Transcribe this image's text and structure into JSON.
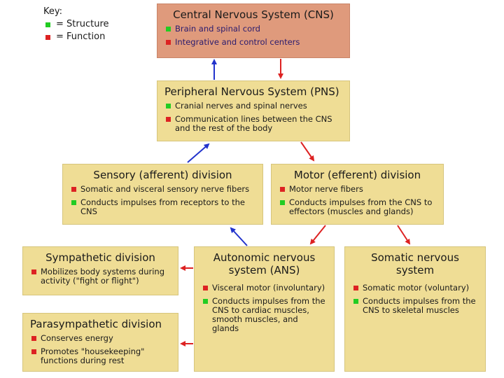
{
  "key": {
    "title": "Key:",
    "entries": [
      {
        "label": "= Structure",
        "color": "#22cc22"
      },
      {
        "label": "= Function",
        "color": "#dd2222"
      }
    ]
  },
  "colors": {
    "structure": "#22cc22",
    "function": "#dd2222",
    "arrow_up": "#2233cc",
    "arrow_down": "#dd2222"
  },
  "cns": {
    "title": "Central Nervous System (CNS)",
    "items": [
      "Brain and spinal cord",
      "Integrative and control centers"
    ]
  },
  "pns": {
    "title": "Peripheral Nervous System (PNS)",
    "items": [
      "Cranial nerves and spinal nerves",
      "Communication lines between the CNS and the rest of the body"
    ]
  },
  "sensory": {
    "title": "Sensory (afferent) division",
    "items": [
      "Somatic and visceral sensory nerve fibers",
      "Conducts impulses from receptors to the CNS"
    ]
  },
  "motor": {
    "title": "Motor (efferent) division",
    "items": [
      "Motor nerve fibers",
      "Conducts impulses from the CNS to effectors (muscles and glands)"
    ]
  },
  "autonomic": {
    "title": "Autonomic nervous system (ANS)",
    "items": [
      "Visceral motor (involuntary)",
      "Conducts impulses from the CNS to cardiac muscles, smooth muscles, and glands"
    ]
  },
  "somatic": {
    "title": "Somatic nervous system",
    "items": [
      "Somatic motor (voluntary)",
      "Conducts impulses from the CNS to skeletal muscles"
    ]
  },
  "sympathetic": {
    "title": "Sympathetic division",
    "items": [
      "Mobilizes body systems during activity (\"fight or flight\")"
    ]
  },
  "parasympathetic": {
    "title": "Parasympathetic division",
    "items": [
      "Conserves energy",
      "Promotes \"housekeeping\" functions during rest"
    ]
  }
}
